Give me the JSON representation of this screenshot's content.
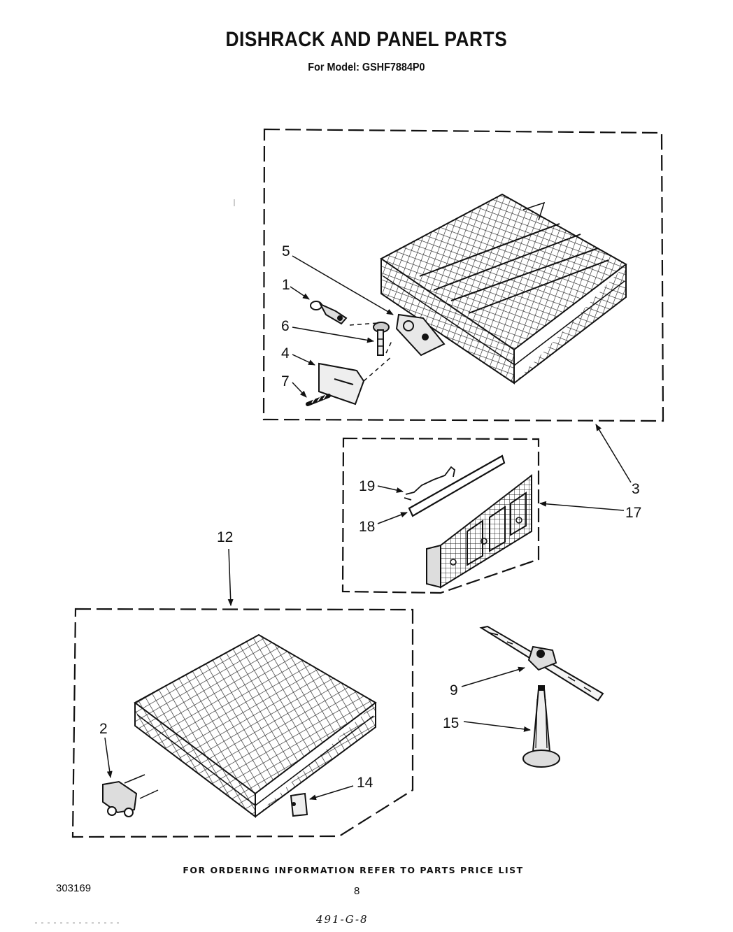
{
  "header": {
    "title": "DISHRACK AND PANEL PARTS",
    "model_line": "For Model: GSHF7884P0"
  },
  "callouts": {
    "upper_rack_assembly": "3",
    "part_1": "1",
    "part_4": "4",
    "part_5": "5",
    "part_6": "6",
    "part_7": "7",
    "panel_assembly": "17",
    "part_18": "18",
    "part_19": "19",
    "lower_rack_assembly": "12",
    "part_2": "2",
    "part_14": "14",
    "part_9": "9",
    "part_15": "15"
  },
  "footer": {
    "ordering_note": "FOR ORDERING INFORMATION REFER TO PARTS PRICE LIST",
    "document_number": "303169",
    "page_number": "8",
    "handwritten_note": "491-G-8"
  }
}
